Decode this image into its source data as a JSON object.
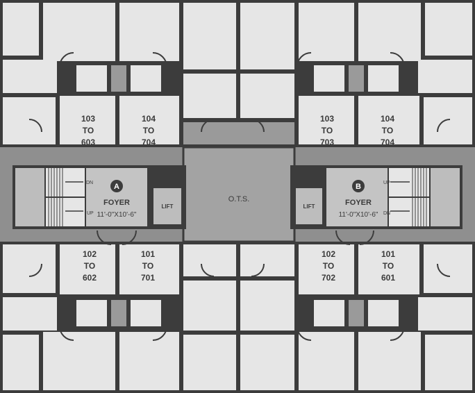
{
  "units": {
    "upper_left_a": [
      "103",
      "TO",
      "603"
    ],
    "upper_right_a": [
      "104",
      "TO",
      "704"
    ],
    "upper_left_b": [
      "103",
      "TO",
      "703"
    ],
    "upper_right_b": [
      "104",
      "TO",
      "704"
    ],
    "lower_left_a": [
      "102",
      "TO",
      "602"
    ],
    "lower_right_a": [
      "101",
      "TO",
      "701"
    ],
    "lower_left_b": [
      "102",
      "TO",
      "702"
    ],
    "lower_right_b": [
      "101",
      "TO",
      "601"
    ]
  },
  "core_a": {
    "marker": "A",
    "name": "FOYER",
    "size": "11'-0\"X10'-6\"",
    "up": "UP",
    "dn": "DN",
    "lift": "LIFT"
  },
  "core_b": {
    "marker": "B",
    "name": "FOYER",
    "size": "11'-0\"X10'-6\"",
    "up": "UP",
    "dn": "DN",
    "lift": "LIFT"
  },
  "ots": "O.T.S.",
  "colors": {
    "wall": "#3c3c3c",
    "room": "#e6e6e6",
    "shaft": "#9a9a9a",
    "background": "#8f8f8f"
  }
}
